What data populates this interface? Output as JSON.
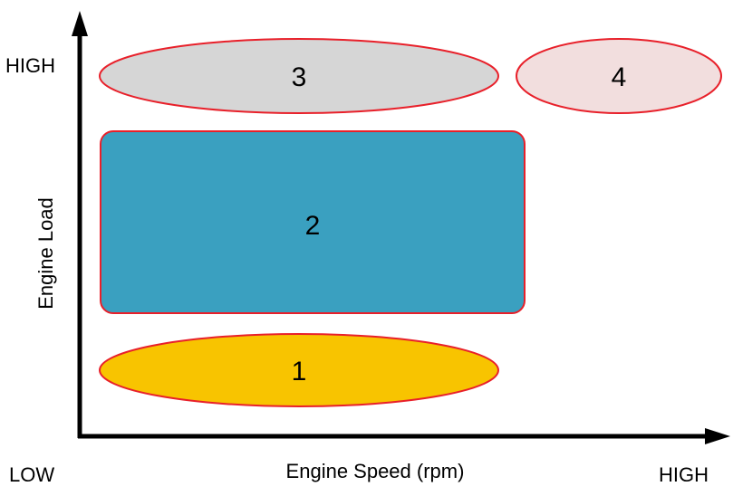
{
  "axes": {
    "x_title": "Engine Speed (rpm)",
    "y_title": "Engine Load",
    "y_high": "HIGH",
    "x_low": "LOW",
    "x_high": "HIGH"
  },
  "regions": [
    {
      "id": "1",
      "label": "1",
      "shape": "ellipse",
      "fill": "#f8c400",
      "stroke": "#e8202a"
    },
    {
      "id": "2",
      "label": "2",
      "shape": "rounded-rectangle",
      "fill": "#3aa0c0",
      "stroke": "#e8202a"
    },
    {
      "id": "3",
      "label": "3",
      "shape": "ellipse",
      "fill": "#d6d6d6",
      "stroke": "#e8202a"
    },
    {
      "id": "4",
      "label": "4",
      "shape": "ellipse",
      "fill": "#f2dede",
      "stroke": "#e8202a"
    }
  ],
  "colors": {
    "axis": "#000000",
    "background": "#ffffff"
  }
}
